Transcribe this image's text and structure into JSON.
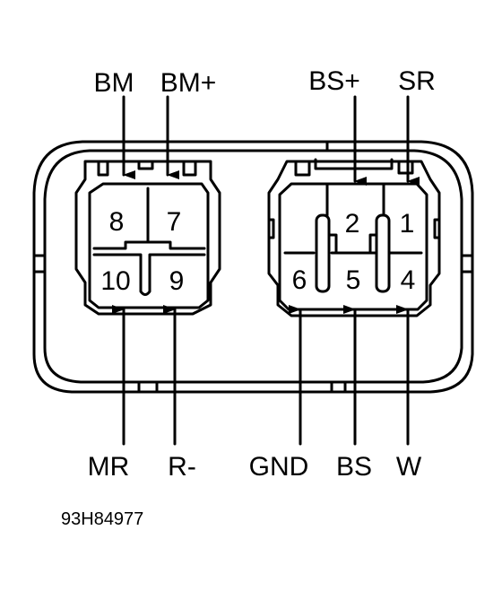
{
  "signals": {
    "bm": "BM",
    "bm_plus": "BM+",
    "bs_plus": "BS+",
    "sr": "SR",
    "mr": "MR",
    "r_minus": "R-",
    "gnd": "GND",
    "bs": "BS",
    "w": "W"
  },
  "pins": {
    "p1": "1",
    "p2": "2",
    "p4": "4",
    "p5": "5",
    "p6": "6",
    "p7": "7",
    "p8": "8",
    "p9": "9",
    "p10": "10"
  },
  "figure_code": "93H84977"
}
